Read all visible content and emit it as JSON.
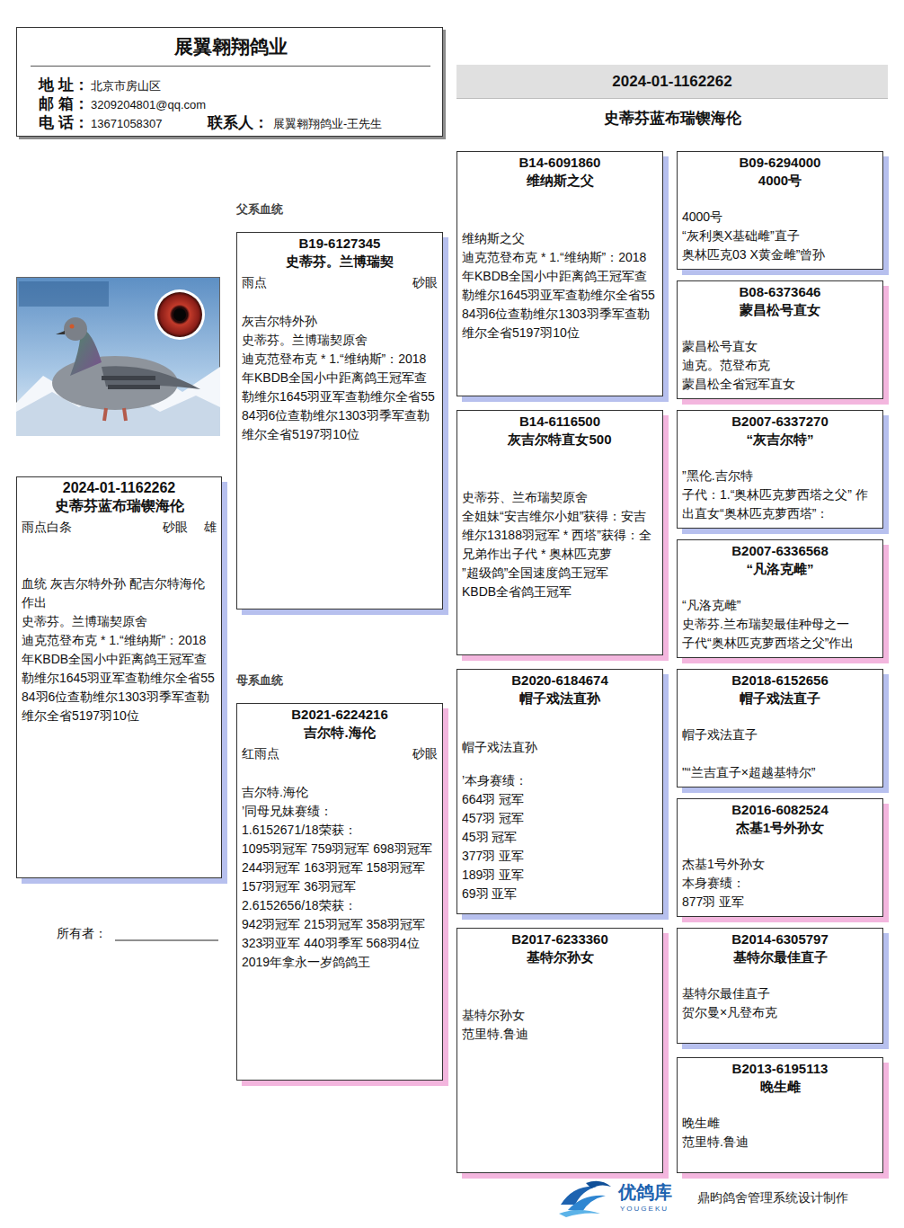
{
  "diagram": {
    "nodes": [
      {
        "text": [
          "展翼翱翔鸽业",
          "地 址：",
          "北京市房山区",
          "邮 箱：",
          "3209204801@qq.com",
          "电 话：",
          "13671058307",
          "联系人：",
          "展翼翱翔鸽业-王先生"
        ]
      },
      {
        "text": [
          "2024-01-1162262"
        ]
      },
      {
        "text": [
          "2024-01-1162262",
          "史蒂芬蓝布瑞锲海伦",
          "雨点白条",
          "砂眼",
          "雄",
          "血统 灰吉尔特外孙 配吉尔特海伦作出",
          "史蒂芬。兰博瑞契原舍",
          "迪克范登布克 * 1.“维纳斯”：2018年KBDB全国小中距离鸽王冠军查勒维尔1645羽亚军查勒维尔全省5584羽6位查勒维尔1303羽季军查勒维尔全省5197羽10位"
        ]
      },
      {
        "text": [
          "B19-6127345",
          "史蒂芬。兰博瑞契",
          "雨点",
          "砂眼",
          "灰吉尔特外孙",
          "史蒂芬。兰博瑞契原舍",
          "迪克范登布克 * 1.“维纳斯”：2018年KBDB全国小中距离鸽王冠军查勒维尔1645羽亚军查勒维尔全省5584羽6位查勒维尔1303羽季军查勒维尔全省5197羽10位"
        ]
      },
      {
        "text": [
          "B2021-6224216",
          "吉尔特.海伦",
          "红雨点",
          "砂眼",
          "吉尔特.海伦",
          "’同母兄妹赛绩：",
          "1.6152671/18荣获：",
          "1095羽冠军 759羽冠军 698羽冠军",
          "244羽冠军 163羽冠军 158羽冠军",
          "157羽冠军 36羽冠军",
          "2.6152656/18荣获：",
          "942羽冠军 215羽冠军 358羽冠军",
          "323羽亚军 440羽季军 568羽4位",
          "2019年拿永一岁鸽鸽王"
        ]
      },
      {
        "text": [
          "B14-6091860",
          "维纳斯之父",
          "维纳斯之父",
          "迪克范登布克 * 1.“维纳斯”：2018年KBDB全国小中距离鸽王冠军查勒维尔1645羽亚军查勒维尔全省5584羽6位查勒维尔1303羽季军查勒维尔全省5197羽10位"
        ]
      },
      {
        "text": [
          "B14-6116500",
          "灰吉尔特直女500",
          "史蒂芬、兰布瑞契原舍",
          "全姐妹“安吉维尔小姐”获得：安吉维尔13188羽冠军 * 西塔”获得：全兄弟作出子代 * 奥林匹克萝",
          "”超级鸽”全国速度鸽王冠军",
          "KBDB全省鸽王冠军"
        ]
      },
      {
        "text": [
          "B2020-6184674",
          "帽子戏法直孙",
          "帽子戏法直孙",
          "’本身赛绩：",
          "664羽 冠军",
          "457羽 冠军",
          "45羽 冠军",
          "377羽 亚军",
          "189羽 亚军",
          "69羽 亚军"
        ]
      },
      {
        "text": [
          "B2017-6233360",
          "基特尔孙女",
          "基特尔孙女",
          "范里特.鲁迪"
        ]
      },
      {
        "text": [
          "B09-6294000",
          "4000号",
          "4000号",
          "“灰利奥X基础雌”直子",
          "奥林匹克03 X黄金雌”曾孙"
        ]
      },
      {
        "text": [
          "B08-6373646",
          "蒙昌松号直女",
          "蒙昌松号直女",
          "迪克。范登布克",
          "蒙昌松全省冠军直女"
        ]
      },
      {
        "text": [
          "B2007-6337270",
          "“灰吉尔特”",
          "”黑伦.吉尔特",
          "子代：1.“奥林匹克萝西塔之父” 作出直女“奥林匹克萝西塔”："
        ]
      },
      {
        "text": [
          "B2007-6336568",
          "“凡洛克雌”",
          "“凡洛克雌”",
          "史蒂芬.兰布瑞契最佳种母之一",
          "子代“奥林匹克萝西塔之父”作出"
        ]
      },
      {
        "text": [
          "B2018-6152656",
          "帽子戏法直子",
          "帽子戏法直子",
          "\"“兰吉直子×超越基特尔”"
        ]
      },
      {
        "text": [
          "B2016-6082524",
          "杰基1号外孙女",
          "杰基1号外孙女",
          "本身赛绩：",
          "877羽 亚军"
        ]
      },
      {
        "text": [
          "B2014-6305797",
          "基特尔最佳直子",
          "基特尔最佳直子",
          "贺尔曼×凡登布克"
        ]
      },
      {
        "text": [
          "B2013-6195113",
          "晚生雌",
          "晚生雌",
          "范里特.鲁迪"
        ]
      }
    ],
    "labels": [
      "史蒂芬蓝布瑞锲海伦",
      "父系血统",
      "母系血统",
      "所有者：",
      "优鸽库",
      "YOUGEKU",
      "鼎昀鸽舍管理系统设计制作"
    ]
  }
}
